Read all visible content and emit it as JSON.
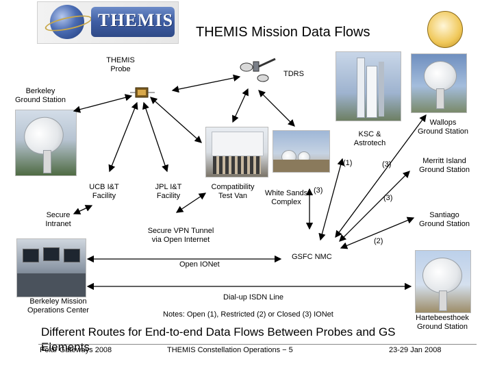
{
  "logo": {
    "text": "THEMIS"
  },
  "title": "THEMIS Mission Data Flows",
  "nodes": {
    "probe": "THEMIS\nProbe",
    "tdrs": "TDRS",
    "berkeley_gs": "Berkeley\nGround Station",
    "ksc": "KSC &\nAstrotech",
    "wallops": "Wallops\nGround Station",
    "merritt": "Merritt Island\nGround Station",
    "santiago": "Santiago\nGround Station",
    "hartebeesthoek": "Hartebeesthoek\nGround Station",
    "ucb_it": "UCB I&T\nFacility",
    "jpl_it": "JPL I&T\nFacility",
    "compat_van": "Compatibility\nTest Van",
    "white_sands": "White Sands\nComplex",
    "gsfc_nmc": "GSFC NMC",
    "berkeley_moc": "Berkeley Mission\nOperations Center"
  },
  "links": {
    "secure_intranet": "Secure\nIntranet",
    "secure_vpn": "Secure VPN Tunnel\nvia Open Internet",
    "open_ionet": "Open IONet",
    "dialup_isdn": "Dial-up ISDN Line"
  },
  "route_codes": {
    "ksc_1": "(1)",
    "ksc_3": "(3)",
    "white_sands_3": "(3)",
    "merritt_3": "(3)",
    "santiago_2": "(2)"
  },
  "notes": "Notes: Open (1), Restricted (2) or Closed (3) IONet",
  "footer": {
    "headline": "Different Routes for End-to-end Data Flows Between Probes and GS Elements",
    "left": "Polar Gateways 2008",
    "center": "THEMIS Constellation Operations − 5",
    "right": "23-29 Jan 2008"
  },
  "colors": {
    "logo_plate": "#3e5da3",
    "arrow": "#000000"
  },
  "icons": [
    "satellite-icon",
    "tdrs-satellite-icon",
    "themis-mascot-icon",
    "themis-logo-icon"
  ]
}
